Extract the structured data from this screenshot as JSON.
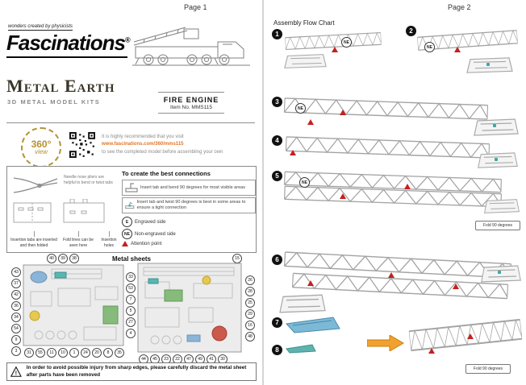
{
  "page1": {
    "page_label": "Page 1",
    "header": {
      "tagline": "wonders created by physicists",
      "brand": "Fascinations",
      "registered": "®"
    },
    "logo": {
      "title": "Metal Earth",
      "subtitle": "3D METAL MODEL KITS"
    },
    "product": {
      "name": "FIRE ENGINE",
      "item": "Item No. MMS115"
    },
    "view360": {
      "badge_top": "360°",
      "badge_bottom": "view",
      "line1": "It is highly recommended that you visit",
      "link": "www.fascinations.com/360/mms115",
      "line2": "to see the completed model before assembling your own"
    },
    "connections": {
      "title": "To create the best connections",
      "pliers_note": "Needle nose pliers are helpful to bend or twist tabs",
      "tip_bend": "Insert tab and bend 90 degrees for most visible areas",
      "tip_twist": "Insert tab and twist 90 degrees is best in some areas to ensure a tight connection",
      "label_tabs": "Insertion tabs are inserted and then folded",
      "label_fold": "Fold lines can be seen here",
      "label_holes": "Insertion holes",
      "legend": [
        {
          "symbol": "E",
          "text": "Engraved side"
        },
        {
          "symbol": "NE",
          "text": "Non-engraved side"
        },
        {
          "symbol": "",
          "text": "Attention point"
        }
      ]
    },
    "metal_sheets": {
      "title": "Metal sheets",
      "left_top": [
        "40",
        "39",
        "38"
      ],
      "left_side": [
        "43",
        "37",
        "42",
        "36",
        "34",
        "54",
        "9",
        "3"
      ],
      "left_bottom": [
        "31",
        "55",
        "11",
        "10",
        "1",
        "24",
        "20",
        "8",
        "35"
      ],
      "middle": [
        "33",
        "53",
        "7",
        "5",
        "27",
        "4"
      ],
      "right_top": [
        "15"
      ],
      "right_side": [
        "26",
        "28",
        "25",
        "29",
        "16",
        "48"
      ],
      "right_bottom": [
        "44",
        "45",
        "23",
        "22",
        "47",
        "49",
        "41",
        "30"
      ]
    },
    "warning": "In order to avoid possible injury from sharp edges, please carefully discard the metal sheet after parts have been removed"
  },
  "page2": {
    "page_label": "Page 2",
    "title": "Assembly Flow Chart",
    "ne_label": "NE",
    "fold_note": "Fold 90 degrees",
    "steps": [
      {
        "num": "1"
      },
      {
        "num": "2"
      },
      {
        "num": "3"
      },
      {
        "num": "4"
      },
      {
        "num": "5"
      },
      {
        "num": "6"
      },
      {
        "num": "7"
      },
      {
        "num": "8"
      }
    ]
  }
}
